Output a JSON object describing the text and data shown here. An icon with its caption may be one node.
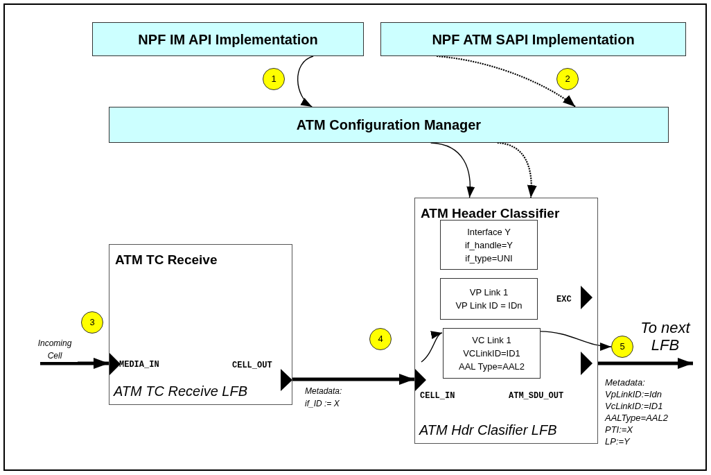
{
  "diagram": {
    "nodes": [
      {
        "text": [
          "NPF IM API Implementation"
        ]
      },
      {
        "text": [
          "NPF ATM SAPI Implementation"
        ]
      },
      {
        "text": [
          "ATM Configuration Manager"
        ]
      },
      {
        "text": [
          "ATM Header Classifier",
          "ATM Hdr Clasifier LFB"
        ]
      },
      {
        "text": [
          "Interface Y",
          "if_handle=Y",
          "if_type=UNI"
        ],
        "in": 3
      },
      {
        "text": [
          "VP Link 1",
          "VP Link ID = IDn"
        ],
        "in": 3
      },
      {
        "text": [
          "VC Link 1",
          "VCLinkID=ID1",
          "AAL Type=AAL2"
        ],
        "in": 3
      },
      {
        "text": [
          "ATM TC Receive",
          "ATM TC Receive LFB"
        ]
      },
      {
        "text": [
          "5"
        ]
      },
      {
        "text": [
          "1"
        ]
      },
      {
        "text": [
          "2"
        ]
      },
      {
        "text": [
          "3"
        ]
      },
      {
        "text": [
          "4"
        ]
      }
    ],
    "edges": [
      {
        "from": 0,
        "to": 2,
        "arrow": "to"
      },
      {
        "from": 1,
        "to": 2,
        "arrow": "to",
        "style": "dashed"
      },
      {
        "from": 2,
        "to": 3,
        "arrow": "to"
      },
      {
        "from": 2,
        "to": 3,
        "arrow": "to",
        "style": "dashed"
      },
      {
        "from": null,
        "to": 7,
        "arrow": "to",
        "style": "thick",
        "label": "Incoming Cell"
      },
      {
        "from": 7,
        "to": 3,
        "arrow": "to",
        "style": "thick",
        "label": "Metadata: if_ID := X"
      },
      {
        "from": 3,
        "to": null,
        "arrow": "to",
        "style": "thick",
        "label": "To next LFB"
      },
      {
        "from": null,
        "to": 6,
        "arrow": "to"
      },
      {
        "from": 6,
        "to": 8,
        "arrow": "to"
      }
    ],
    "labels": [
      "EXC",
      "MEDIA_IN",
      "CELL_OUT",
      "CELL_IN",
      "ATM_SDU_OUT",
      "Metadata:",
      "VpLinkID:=Idn",
      "VcLinkID:=ID1",
      "AALType=AAL2",
      "PTI:=X",
      "LP:=Y"
    ]
  }
}
